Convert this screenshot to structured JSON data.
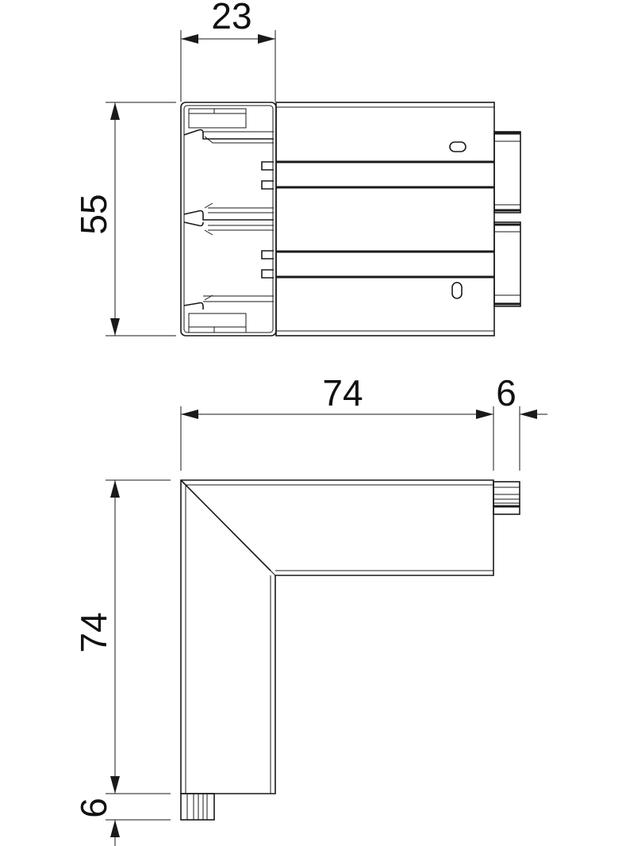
{
  "drawing": {
    "title": "Corner piece technical drawing",
    "views": [
      {
        "name": "end-view",
        "description": "cross-section / end view of channel"
      },
      {
        "name": "top-view",
        "description": "L-shaped corner top view"
      }
    ],
    "dimensions": {
      "end_view_width": "23",
      "end_view_height": "55",
      "top_view_length": "74",
      "top_view_overhang_x": "6",
      "top_view_height": "74",
      "top_view_overhang_y": "6"
    },
    "colors": {
      "line": "#1a1a1a",
      "background": "#ffffff"
    }
  }
}
